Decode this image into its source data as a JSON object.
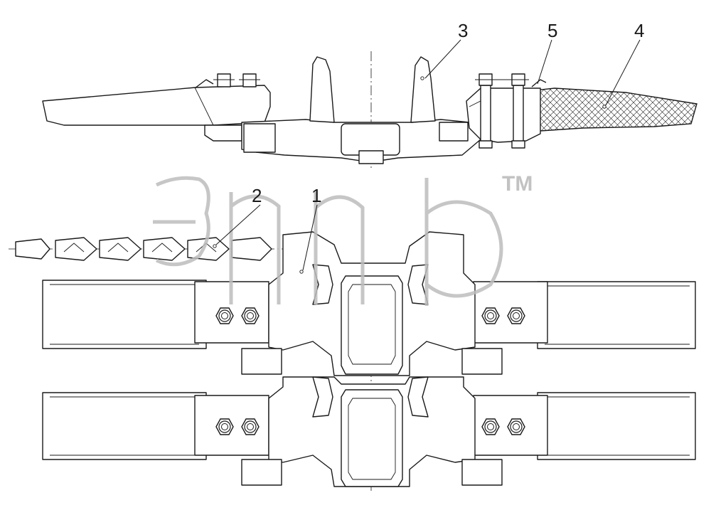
{
  "callouts": [
    {
      "id": "c1",
      "label": "1"
    },
    {
      "id": "c2",
      "label": "2"
    },
    {
      "id": "c3",
      "label": "3"
    },
    {
      "id": "c4",
      "label": "4"
    },
    {
      "id": "c5",
      "label": "5"
    }
  ],
  "watermark": {
    "trademark": "TM"
  },
  "colors": {
    "line": "#1a1a1a",
    "watermark": "#bdbdbd",
    "background": "#ffffff"
  }
}
